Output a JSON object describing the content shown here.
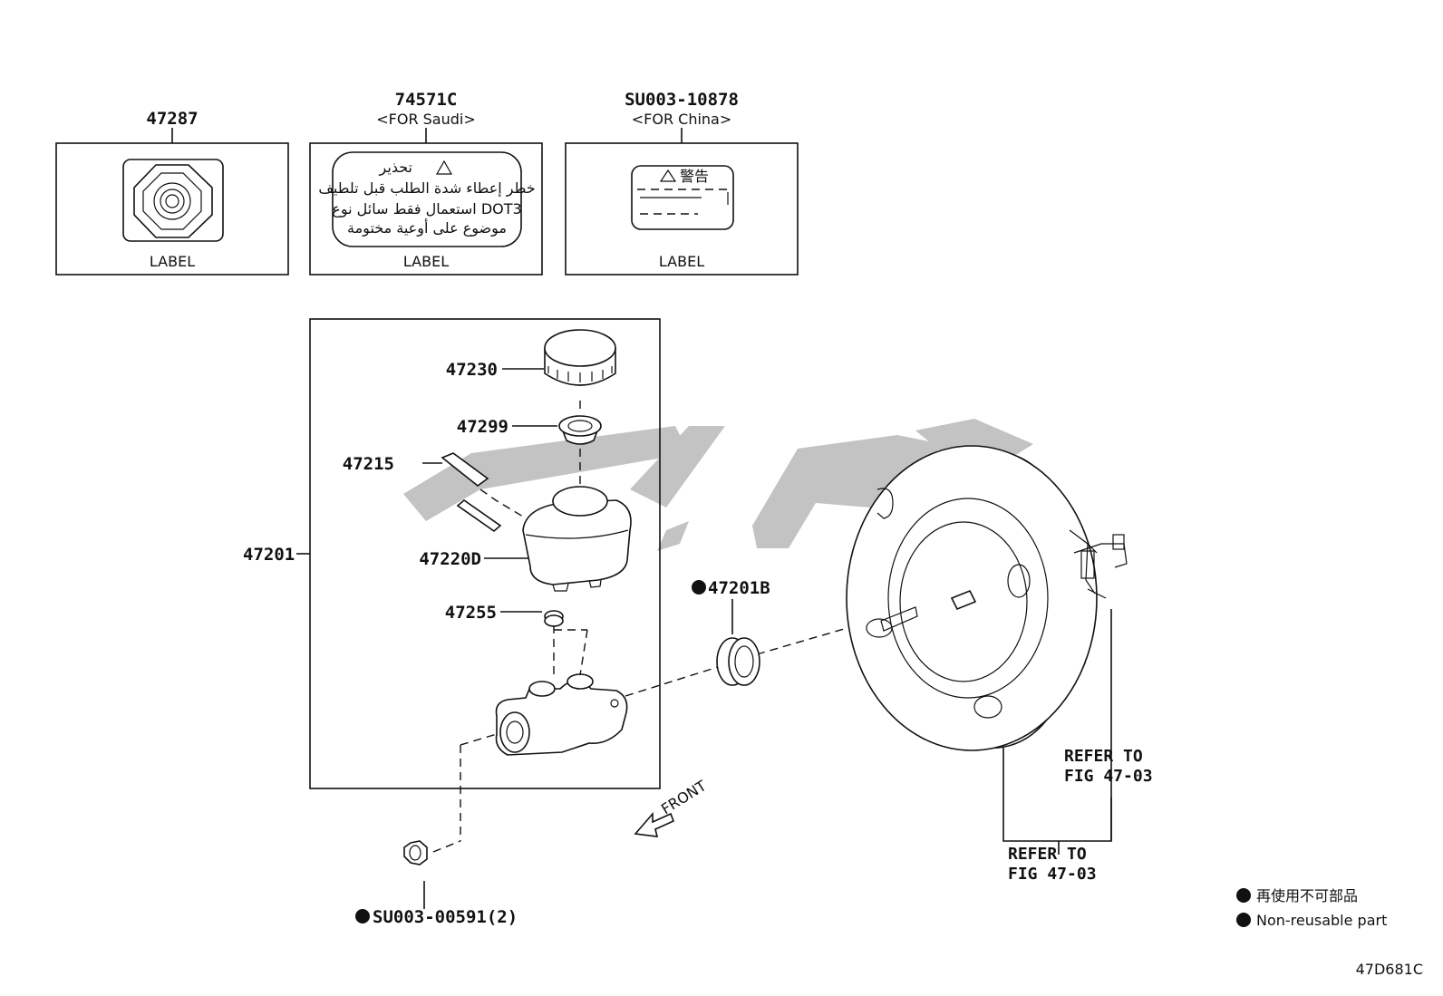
{
  "labels_row": [
    {
      "part_no": "47287",
      "note": "",
      "caption": "LABEL"
    },
    {
      "part_no": "74571C",
      "note": "<FOR Saudi>",
      "caption": "LABEL",
      "label_text": [
        "تحذير",
        "خطر إعطاء شدة الطلب قبل تلطيف",
        "استعمال فقط سائل نوع DOT3",
        "موضوع على أوعية مختومة"
      ]
    },
    {
      "part_no": "SU003-10878",
      "note": "<FOR China>",
      "caption": "LABEL",
      "label_text": [
        "警告"
      ]
    }
  ],
  "assembly": {
    "main": "47201",
    "parts": [
      "47230",
      "47299",
      "47215",
      "47220D",
      "47255"
    ]
  },
  "outside_parts": {
    "seal": "47201B",
    "nut": "SU003-00591(2)"
  },
  "refer": [
    {
      "line1": "REFER TO",
      "line2": "FIG 47-03"
    },
    {
      "line1": "REFER TO",
      "line2": "FIG 47-03"
    }
  ],
  "front_label": "FRONT",
  "legend": [
    {
      "text": "再使用不可部品"
    },
    {
      "text": "Non-reusable part"
    }
  ],
  "figure_id": "47D681C",
  "colors": {
    "ink": "#111111",
    "watermark": "#b9b9b9"
  }
}
